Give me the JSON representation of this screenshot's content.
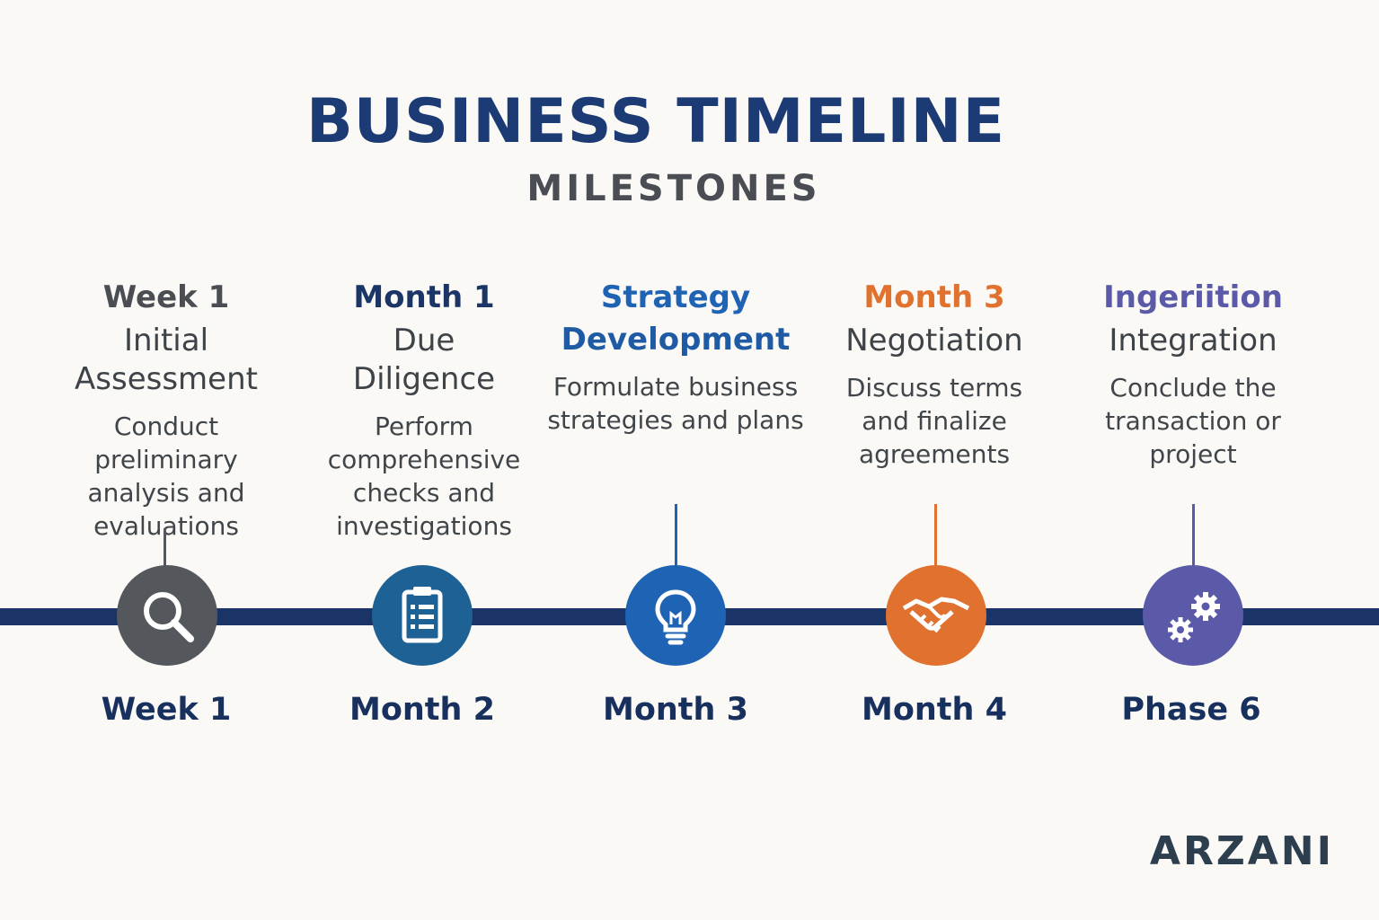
{
  "header": {
    "title": "BUSINESS TIMELINE",
    "subtitle": "MILESTONES"
  },
  "milestones": [
    {
      "heading": "Week 1",
      "name": "Initial Assessment",
      "description": "Conduct preliminary analysis and evaluations",
      "label": "Week 1",
      "icon": "magnifier-icon",
      "color": "#54575c"
    },
    {
      "heading": "Month 1",
      "name": "Due Diligence",
      "description": "Perform comprehensive checks and investigations",
      "label": "Month 2",
      "icon": "clipboard-checklist-icon",
      "color": "#1d6195"
    },
    {
      "heading": "Strategy",
      "name": "Development",
      "description": "Formulate business strategies and plans",
      "label": "Month 3",
      "icon": "lightbulb-icon",
      "color": "#1f63b5"
    },
    {
      "heading": "Month 3",
      "name": "Negotiation",
      "description": "Discuss terms and finalize agreements",
      "label": "Month 4",
      "icon": "handshake-icon",
      "color": "#e0712e"
    },
    {
      "heading": "Ingeriition",
      "name": "Integration",
      "description": "Conclude the transaction or project",
      "label": "Phase 6",
      "icon": "gears-icon",
      "color": "#5a5aa8"
    }
  ],
  "brand": "ARZANI",
  "colors": {
    "title": "#1c3b74",
    "timeline_bar": "#1b3468",
    "background": "#faf9f6"
  }
}
